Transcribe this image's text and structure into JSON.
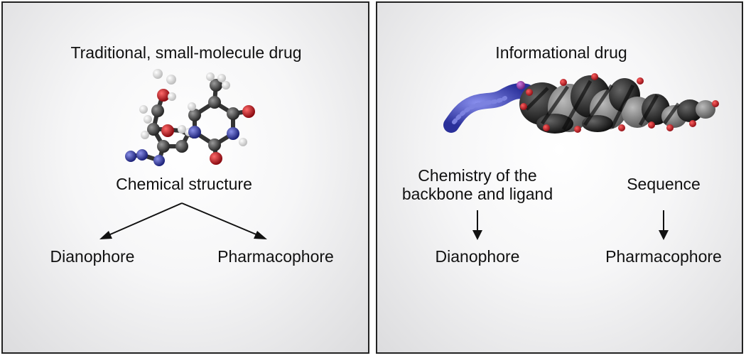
{
  "left_panel": {
    "title": "Traditional, small-molecule drug",
    "center_label": "Chemical structure",
    "left_output": "Dianophore",
    "right_output": "Pharmacophore",
    "molecule_icon": "small-molecule-ball-and-stick-icon"
  },
  "right_panel": {
    "title": "Informational drug",
    "left_label": "Chemistry of the backbone and ligand",
    "right_label": "Sequence",
    "left_output": "Dianophore",
    "right_output": "Pharmacophore",
    "molecule_icon": "oligonucleotide-spacefill-icon"
  },
  "colors": {
    "carbon": "#3a3a3a",
    "oxygen": "#c8141c",
    "nitrogen": "#2c33a0",
    "hydrogen": "#f2f2f2",
    "ligand": "#5a62c8",
    "phosphorus": "#9b2fae",
    "border": "#222222"
  }
}
